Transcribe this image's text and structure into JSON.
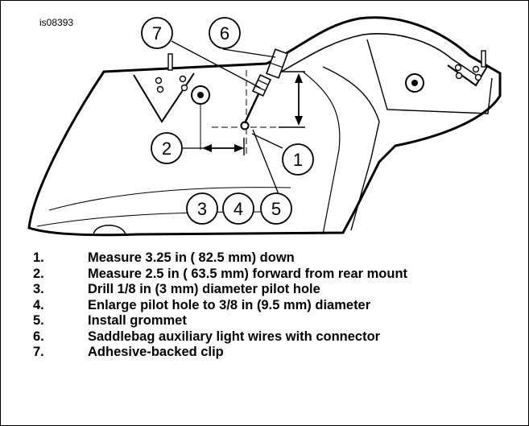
{
  "figure": {
    "id": "is08393",
    "callouts": [
      "1",
      "2",
      "3",
      "4",
      "5",
      "6",
      "7"
    ]
  },
  "legend": [
    {
      "num": "1.",
      "text": "Measure 3.25 in ( 82.5 mm) down"
    },
    {
      "num": "2.",
      "text": "Measure 2.5 in ( 63.5 mm) forward from rear mount"
    },
    {
      "num": "3.",
      "text": "Drill 1/8 in (3 mm) diameter pilot hole"
    },
    {
      "num": "4.",
      "text": "Enlarge pilot hole to 3/8 in (9.5 mm) diameter"
    },
    {
      "num": "5.",
      "text": "Install grommet"
    },
    {
      "num": "6.",
      "text": "Saddlebag auxiliary light wires with connector"
    },
    {
      "num": "7.",
      "text": "Adhesive-backed clip"
    }
  ]
}
